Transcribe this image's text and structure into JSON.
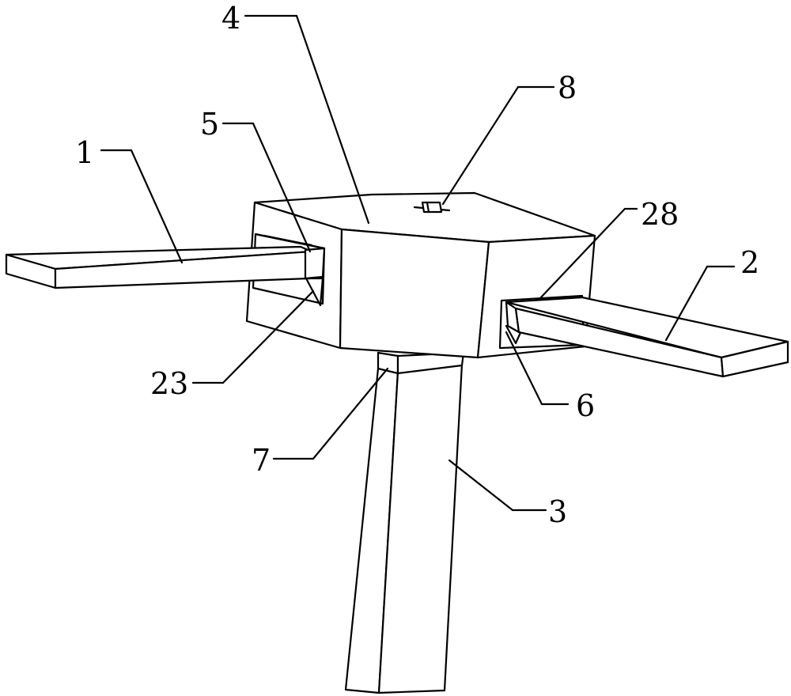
{
  "figure": {
    "labels": {
      "l1": "1",
      "l2": "2",
      "l3": "3",
      "l4": "4",
      "l5": "5",
      "l6": "6",
      "l7": "7",
      "l8": "8",
      "l23": "23",
      "l28": "28"
    },
    "line_color": "#000000",
    "background": "#ffffff"
  }
}
